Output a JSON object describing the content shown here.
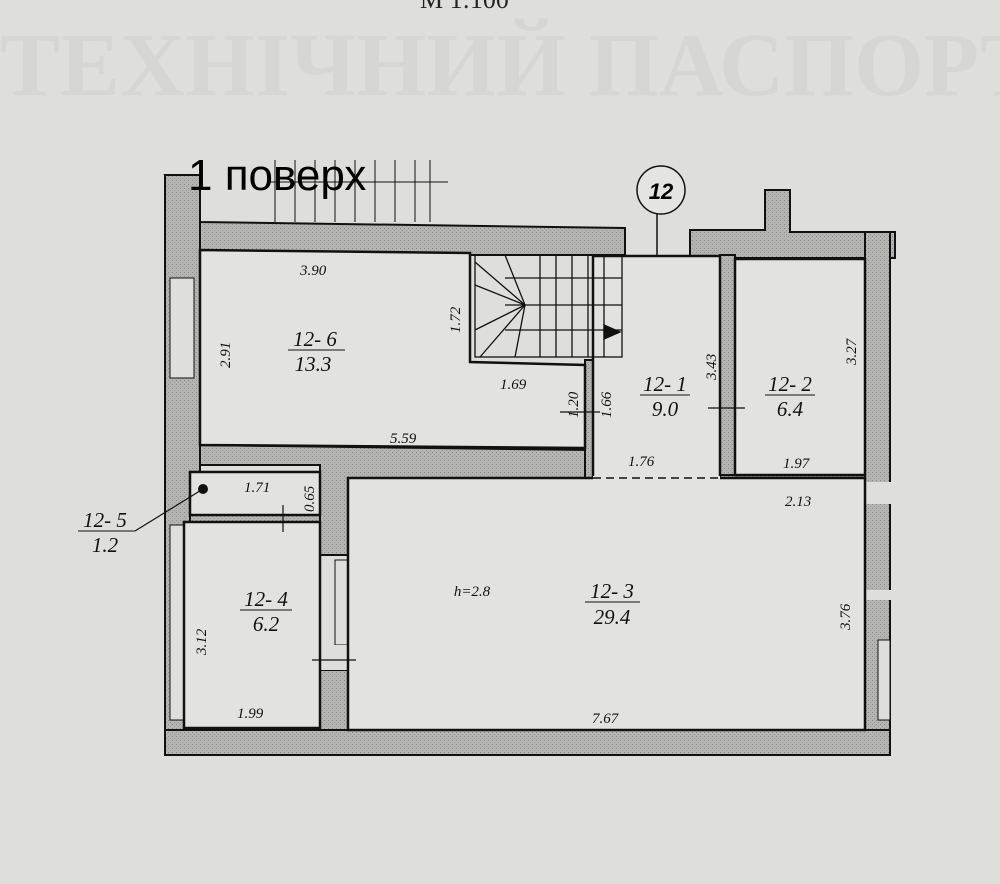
{
  "scale_text": "М 1:100",
  "floor_title": "1 поверх",
  "section_number": "12",
  "ceiling_height": "h=2.8",
  "rooms": [
    {
      "id": "12- 6",
      "area": "13.3"
    },
    {
      "id": "12- 1",
      "area": "9.0"
    },
    {
      "id": "12- 2",
      "area": "6.4"
    },
    {
      "id": "12- 3",
      "area": "29.4"
    },
    {
      "id": "12- 4",
      "area": "6.2"
    },
    {
      "id": "12- 5",
      "area": "1.2"
    }
  ],
  "dimensions": {
    "d390": "3.90",
    "d291": "2.91",
    "d172": "1.72",
    "d169": "1.69",
    "d559": "5.59",
    "d120": "1.20",
    "d166": "1.66",
    "d343": "3.43",
    "d176": "1.76",
    "d327": "3.27",
    "d197": "1.97",
    "d213": "2.13",
    "d171": "1.71",
    "d065": "0.65",
    "d376": "3.76",
    "d312": "3.12",
    "d199": "1.99",
    "d767": "7.67"
  },
  "colors": {
    "paper": "#dedfdb",
    "wall": "#a9a9a6",
    "line": "#111111"
  }
}
